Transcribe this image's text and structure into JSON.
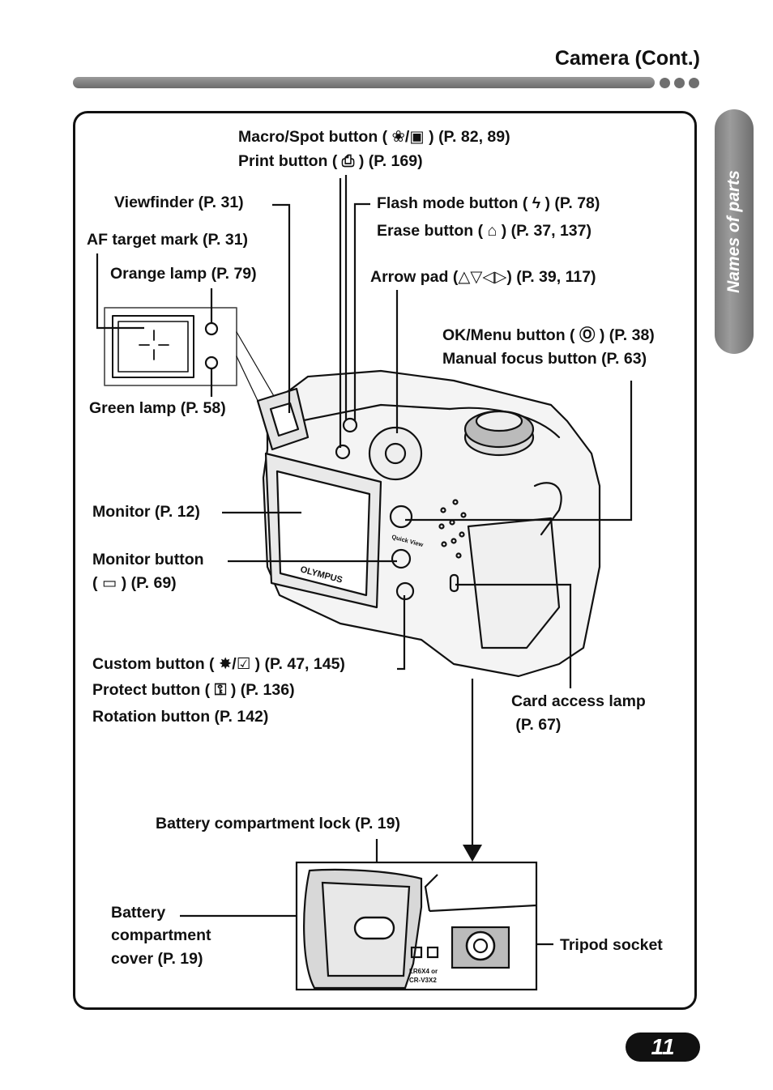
{
  "header": {
    "title": "Camera (Cont.)"
  },
  "side_tab": {
    "label": "Names of parts"
  },
  "labels": {
    "macro": "Macro/Spot button ( ❀/▣ ) (P. 82, 89)",
    "print": "Print button ( ⎙ ) (P. 169)",
    "viewfinder": "Viewfinder (P. 31)",
    "af_mark": "AF target mark (P. 31)",
    "orange_lamp": "Orange lamp (P. 79)",
    "green_lamp": "Green lamp (P. 58)",
    "flash": "Flash mode button ( ϟ ) (P. 78)",
    "erase": "Erase button ( ⌂ ) (P. 37, 137)",
    "arrow_pad": "Arrow pad (△▽◁▷)  (P. 39, 117)",
    "ok_menu": "OK/Menu button ( Ⓞ ) (P. 38)",
    "manual_focus": "Manual focus button (P. 63)",
    "monitor": "Monitor (P. 12)",
    "monitor_button_1": "Monitor button",
    "monitor_button_2": "( ▭ ) (P. 69)",
    "custom": "Custom button ( ✸/☑ ) (P. 47, 145)",
    "protect": "Protect button ( ⚿ ) (P. 136)",
    "rotation": "Rotation button (P. 142)",
    "card_lamp_1": "Card access lamp",
    "card_lamp_2": " (P. 67)",
    "battery_lock": "Battery compartment lock (P. 19)",
    "battery_cover_1": "Battery",
    "battery_cover_2": "compartment",
    "battery_cover_3": "cover (P. 19)",
    "tripod": "Tripod socket"
  },
  "camera_marks": {
    "brand": "OLYMPUS",
    "quick_view": "Quick View",
    "battery_spec_1": "LR6X4 or",
    "battery_spec_2": "CR-V3X2"
  },
  "page": {
    "number": "11"
  },
  "colors": {
    "header_bar": "#7a7a7a",
    "side_tab": "#858585",
    "ink": "#111111"
  }
}
